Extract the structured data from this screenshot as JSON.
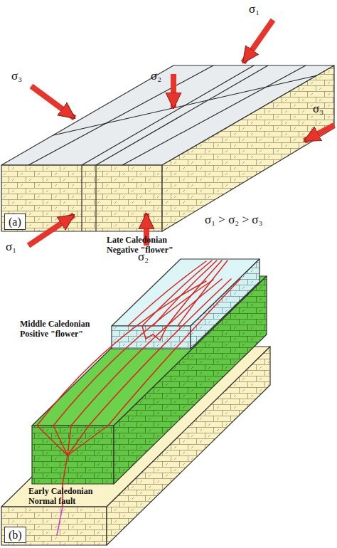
{
  "diagram": {
    "nodes": [
      {
        "text": [
          "(a)"
        ]
      },
      {
        "text": [
          "(b)"
        ]
      }
    ],
    "labels": [
      "σ₁",
      "σ₂",
      "σ₃",
      "σ₃",
      "σ₁",
      "σ₂",
      "σ₁ > σ₂ > σ₃",
      "Late Caledonian Negative \"flower\"",
      "Middle Caledonian Positive \"flower\"",
      "Early Caledonian Normal fault"
    ]
  }
}
